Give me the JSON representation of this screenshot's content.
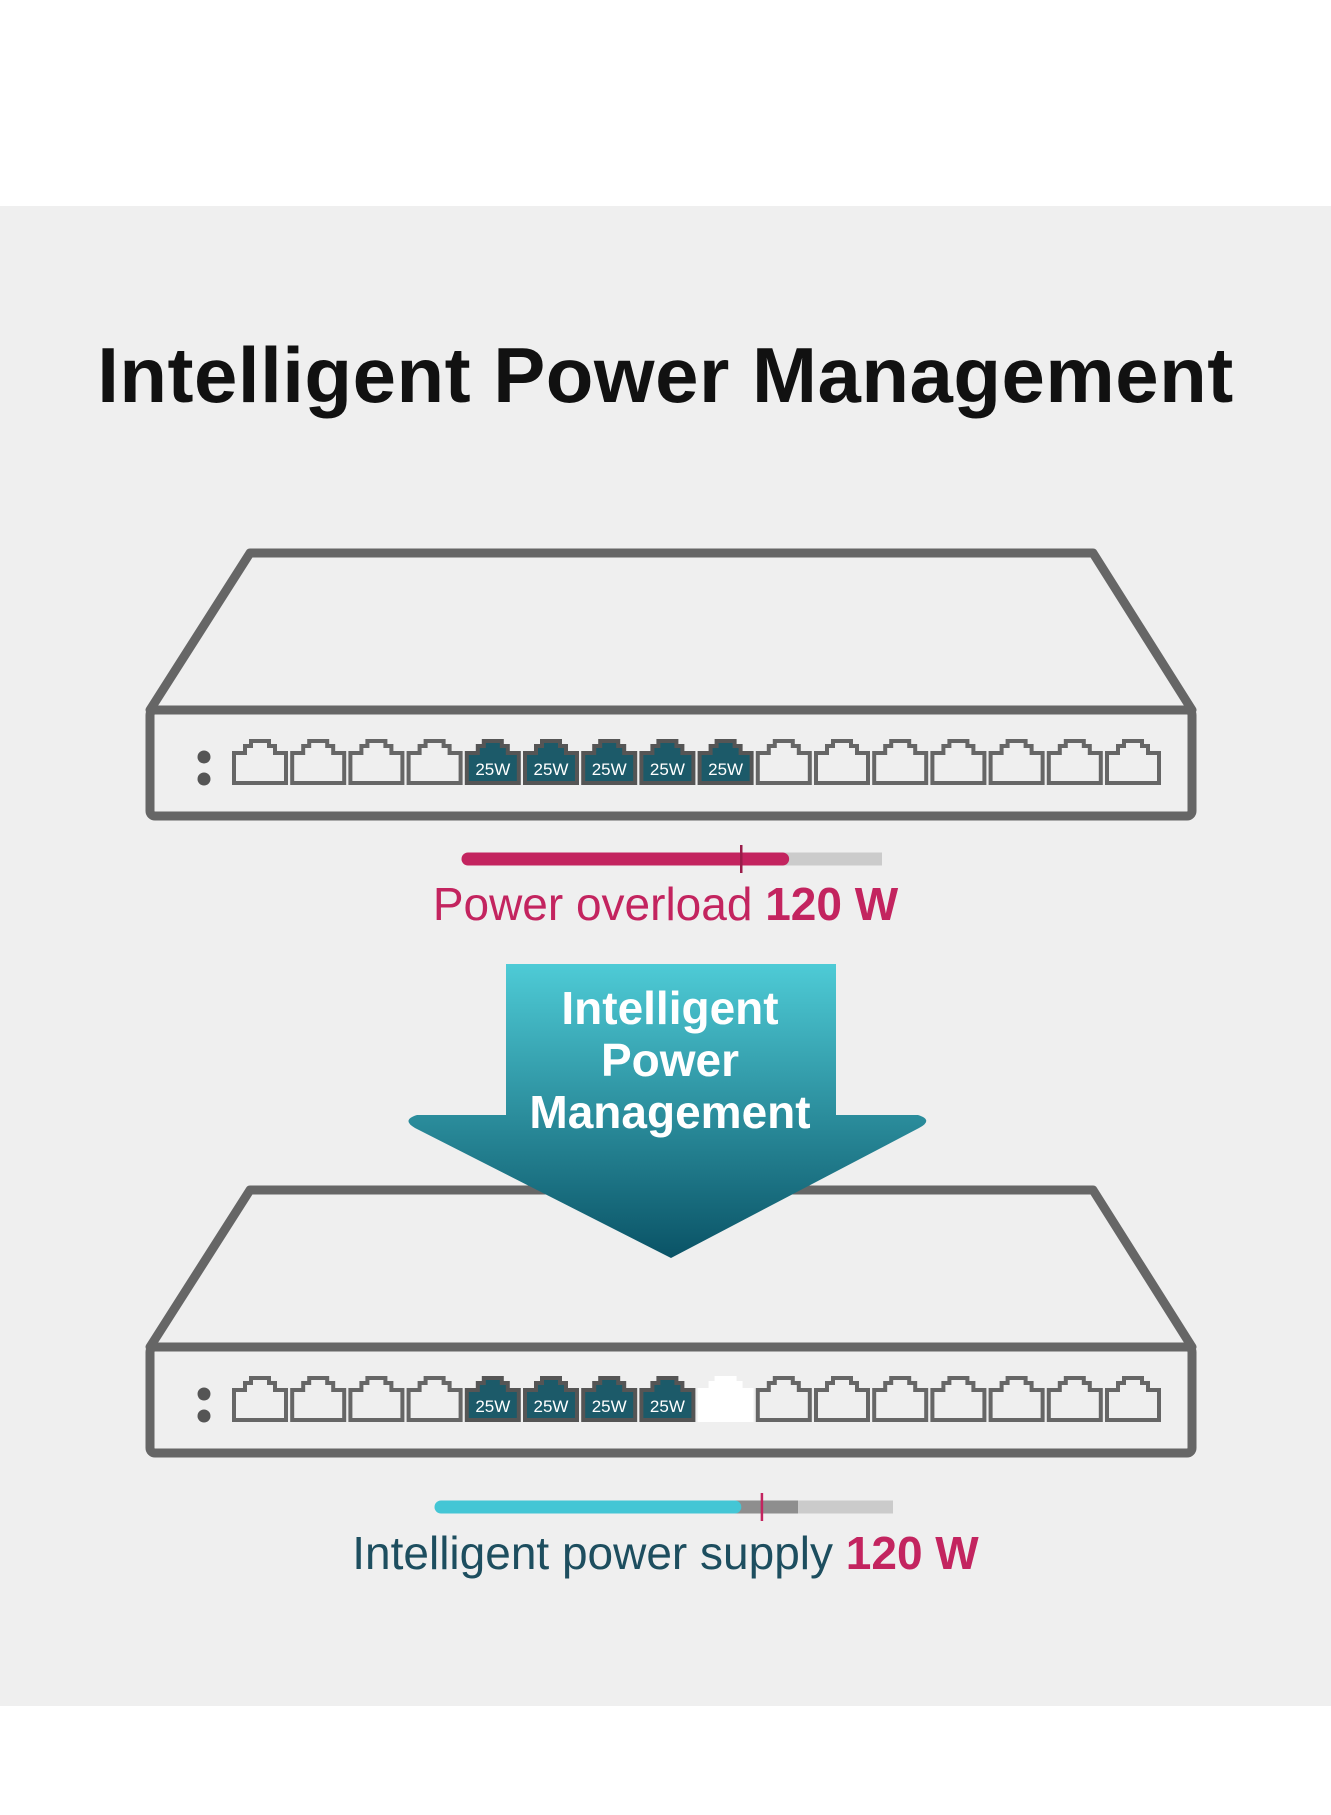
{
  "title": "Intelligent Power Management",
  "port_label": "25W",
  "colors": {
    "magenta": "#c3245f",
    "teal_dark": "#1d4e5f",
    "teal_light": "#44c6d5",
    "arrow_top": "#4ecbd6",
    "arrow_bottom": "#0a5366",
    "outline": "#666666",
    "panel_bg": "#efefef",
    "active_port": "#1c5a69"
  },
  "top_switch": {
    "ports_total": 16,
    "active_ports": [
      5,
      6,
      7,
      8,
      9
    ],
    "bar_fill_pct": 76,
    "bar_marker_pct": 66,
    "caption_text": "Power overload ",
    "caption_value": "120 W"
  },
  "arrow": {
    "line1": "Intelligent",
    "line2": "Power",
    "line3": "Management"
  },
  "bottom_switch": {
    "ports_total": 16,
    "active_ports": [
      5,
      6,
      7,
      8
    ],
    "disabled_port": 9,
    "bar_fill_pct": 65,
    "bar_marker_pct": 71,
    "caption_text": "Intelligent power supply ",
    "caption_value": "120 W"
  }
}
